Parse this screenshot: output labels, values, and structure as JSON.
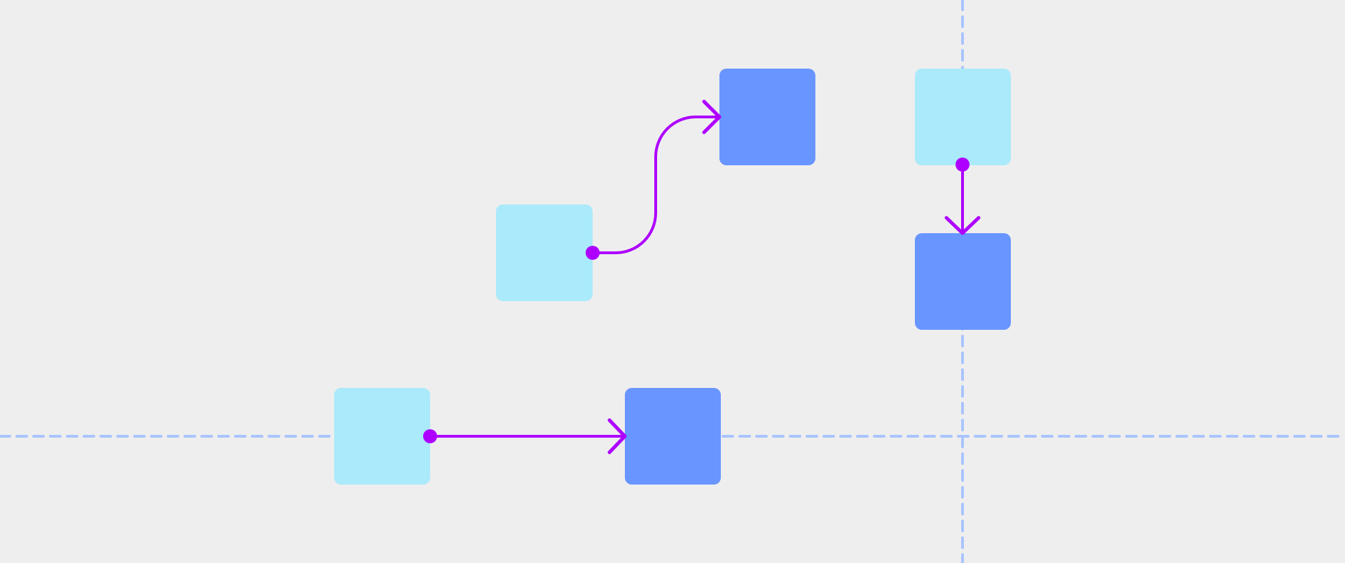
{
  "colors": {
    "background": "#EEEEEE",
    "source_node": "#AAEAFA",
    "target_node": "#6895FF",
    "connector": "#AE00FF",
    "guide_line": "#A9C4FF"
  },
  "nodes": [
    {
      "id": "a1",
      "role": "source"
    },
    {
      "id": "b1",
      "role": "target"
    },
    {
      "id": "a2",
      "role": "source"
    },
    {
      "id": "b2",
      "role": "target"
    },
    {
      "id": "a3",
      "role": "source"
    },
    {
      "id": "b3",
      "role": "target"
    }
  ],
  "connectors": [
    {
      "id": "c1",
      "from": "a1",
      "to": "b1",
      "style": "curved-elbow"
    },
    {
      "id": "c2",
      "from": "a2",
      "to": "b2",
      "style": "straight"
    },
    {
      "id": "c3",
      "from": "a3",
      "to": "b3",
      "style": "straight"
    }
  ],
  "guides": [
    {
      "id": "g-horizontal",
      "orientation": "horizontal"
    },
    {
      "id": "g-vertical",
      "orientation": "vertical"
    }
  ]
}
